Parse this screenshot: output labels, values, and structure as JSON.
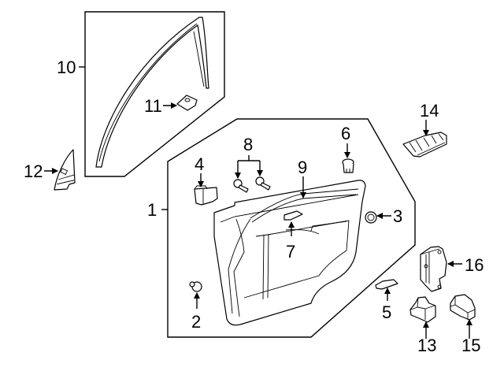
{
  "diagram": {
    "type": "exploded-parts-diagram",
    "subject": "Front door trim panel assembly",
    "callouts": [
      {
        "id": "1",
        "label": "1"
      },
      {
        "id": "2",
        "label": "2"
      },
      {
        "id": "3",
        "label": "3"
      },
      {
        "id": "4",
        "label": "4"
      },
      {
        "id": "5",
        "label": "5"
      },
      {
        "id": "6",
        "label": "6"
      },
      {
        "id": "7",
        "label": "7"
      },
      {
        "id": "8",
        "label": "8"
      },
      {
        "id": "9",
        "label": "9"
      },
      {
        "id": "10",
        "label": "10"
      },
      {
        "id": "11",
        "label": "11"
      },
      {
        "id": "12",
        "label": "12"
      },
      {
        "id": "13",
        "label": "13"
      },
      {
        "id": "14",
        "label": "14"
      },
      {
        "id": "15",
        "label": "15"
      },
      {
        "id": "16",
        "label": "16"
      }
    ],
    "colors": {
      "line": "#000000",
      "background": "#ffffff"
    }
  }
}
